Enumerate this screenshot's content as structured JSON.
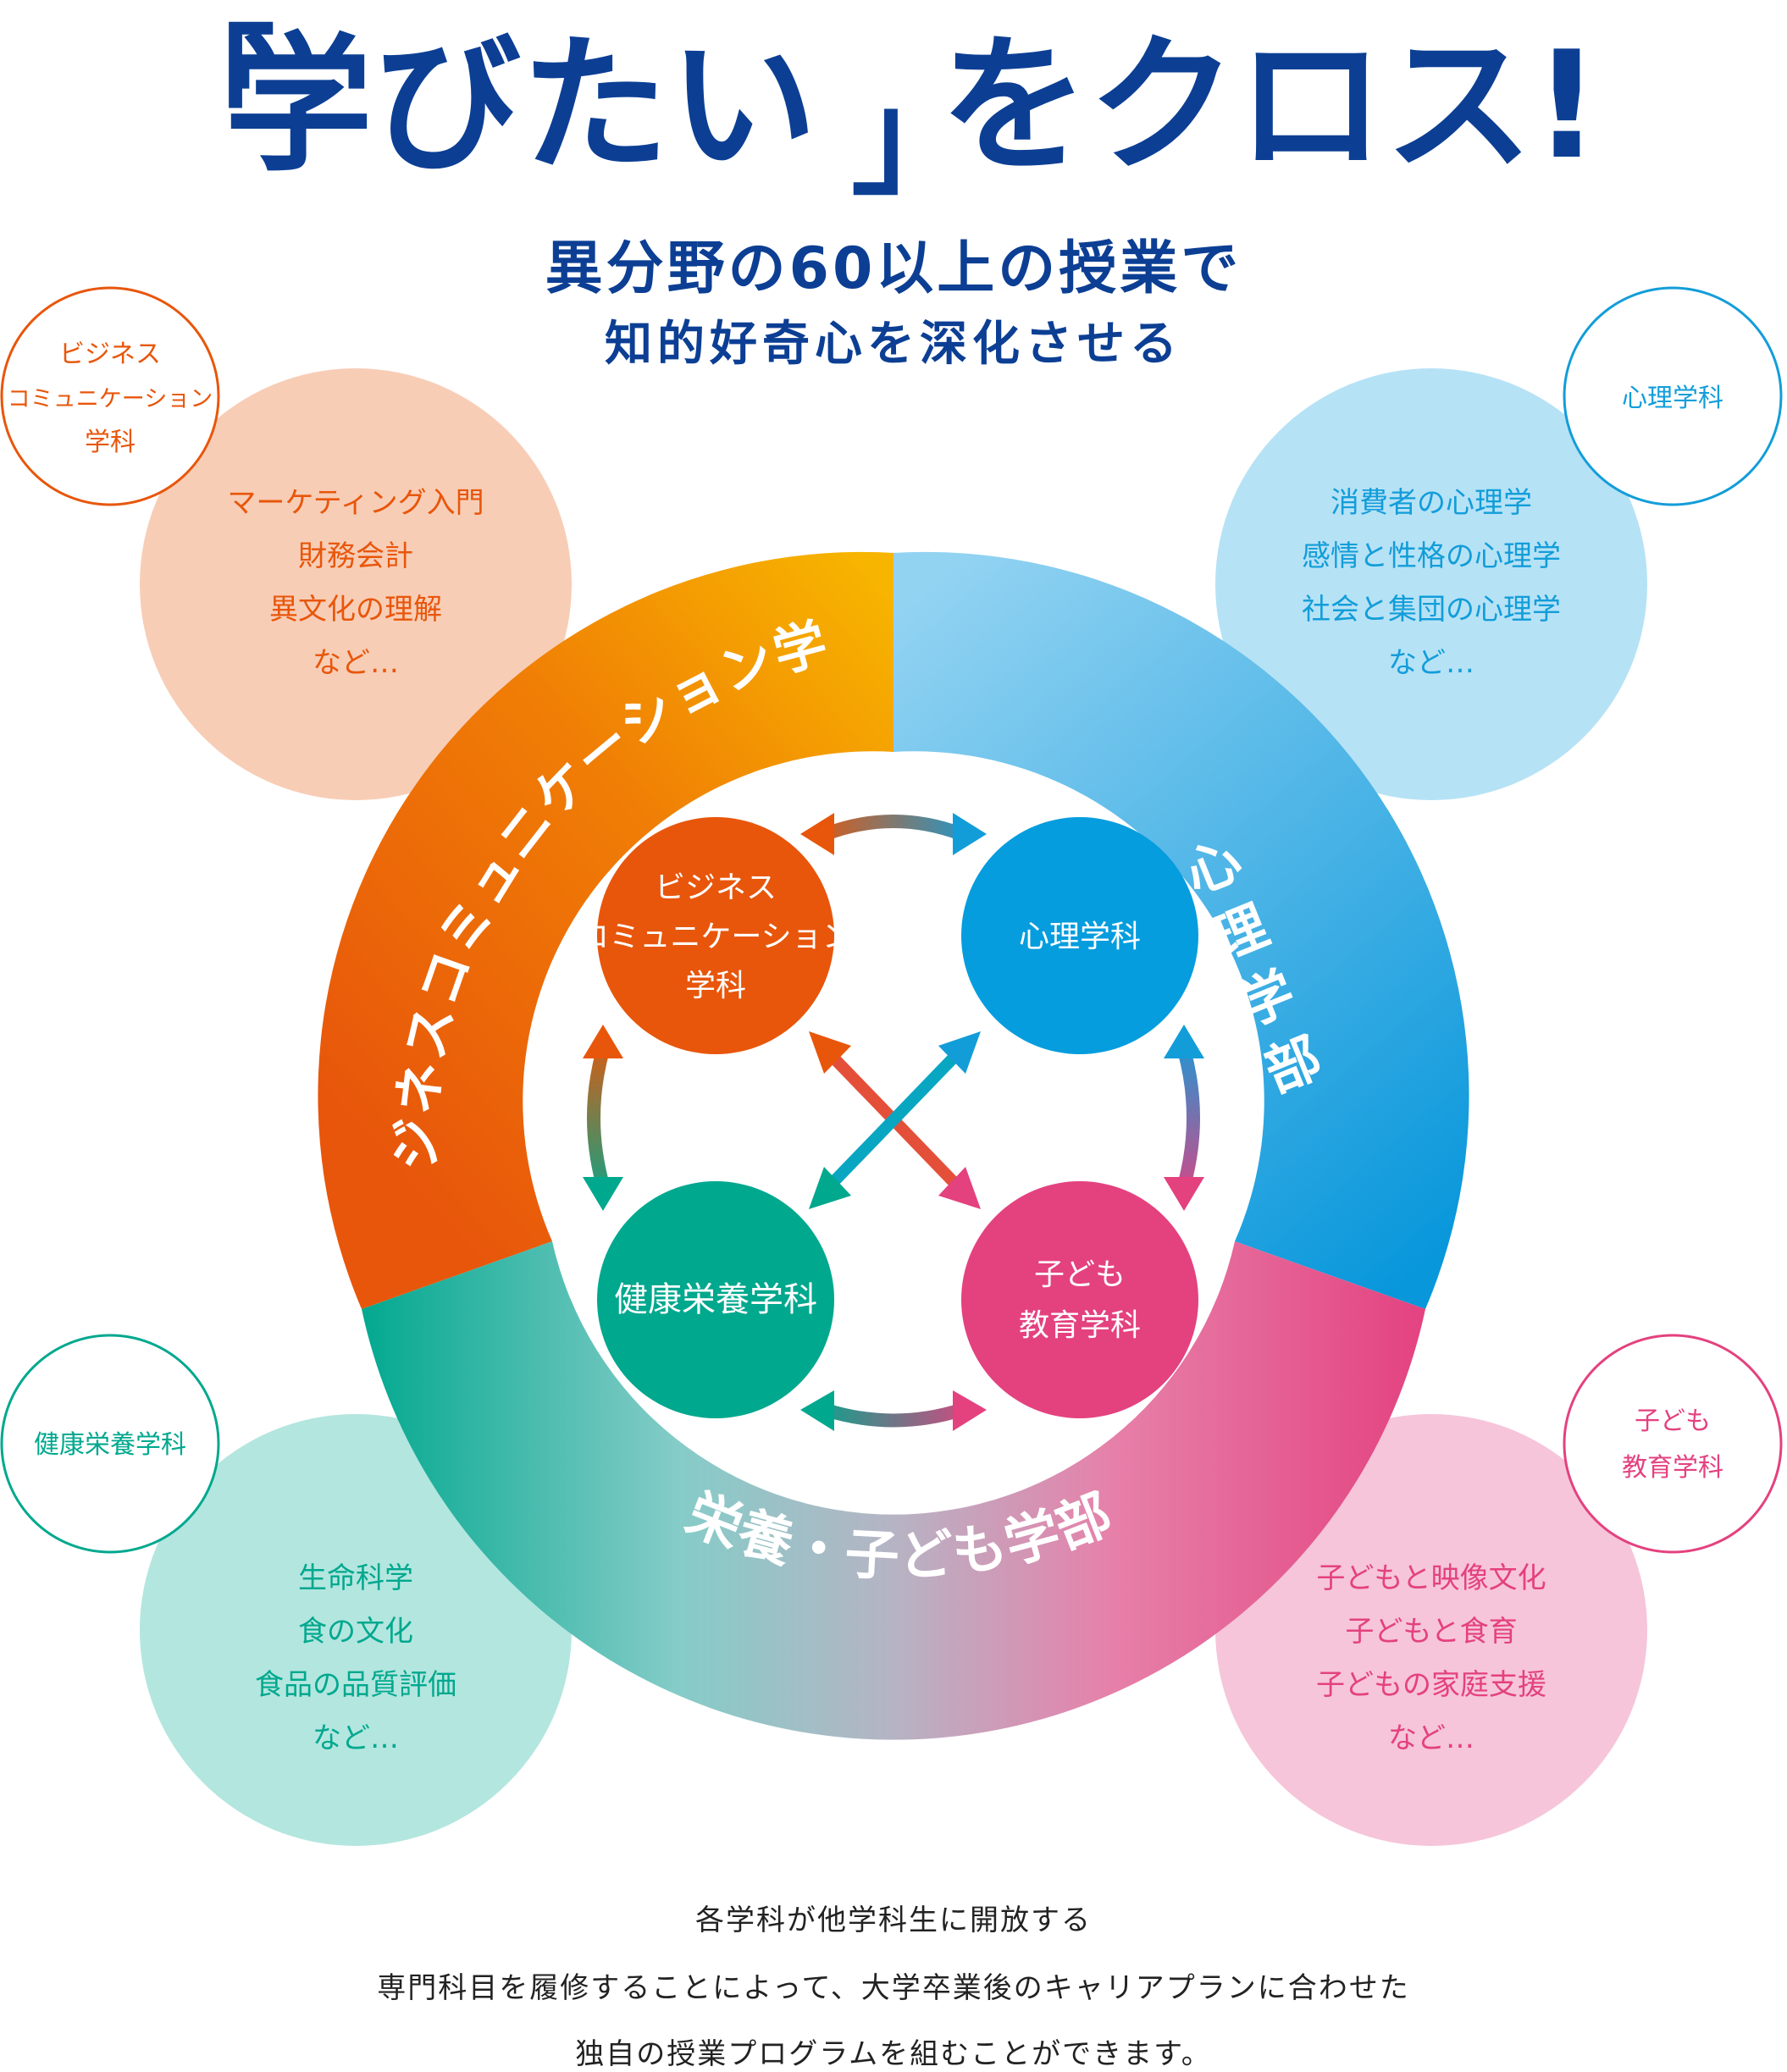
{
  "headline": {
    "quote_open": "「",
    "quote_word": "学びたい",
    "quote_close": "」",
    "tail": "をクロス!"
  },
  "subtitle": {
    "line1": "異分野の60以上の授業で",
    "line2": "知的好奇心を深化させる"
  },
  "faculties": {
    "business": "ビジネスコミュニケーション学部",
    "psychology": "心理学部",
    "nutrition_child": "栄養・子ども学部"
  },
  "departments": {
    "business": [
      "ビジネス",
      "コミュニケーション",
      "学科"
    ],
    "psychology": [
      "心理学科"
    ],
    "health": [
      "健康栄養学科"
    ],
    "child": [
      "子ども",
      "教育学科"
    ]
  },
  "course_bubbles": {
    "business": {
      "label": [
        "ビジネス",
        "コミュニケーション",
        "学科"
      ],
      "courses": [
        "マーケティング入門",
        "財務会計",
        "異文化の理解",
        "など…"
      ]
    },
    "psychology": {
      "label": [
        "心理学科"
      ],
      "courses": [
        "消費者の心理学",
        "感情と性格の心理学",
        "社会と集団の心理学",
        "など…"
      ]
    },
    "health": {
      "label": [
        "健康栄養学科"
      ],
      "courses": [
        "生命科学",
        "食の文化",
        "食品の品質評価",
        "など…"
      ]
    },
    "child": {
      "label": [
        "子ども",
        "教育学科"
      ],
      "courses": [
        "子どもと映像文化",
        "子どもと食育",
        "子どもの家庭支援",
        "など…"
      ]
    }
  },
  "footer": [
    "各学科が他学科生に開放する",
    "専門科目を履修することによって、大学卒業後のキャリアプランに合わせた",
    "独自の授業プログラムを組むことができます。"
  ],
  "colors": {
    "title_blue": "#0c3f94",
    "business": "#e8560b",
    "business_light": "#f8cdb6",
    "psychology": "#129dd9",
    "psychology_light": "#b6e2f6",
    "health": "#00a88e",
    "health_light": "#b3e6df",
    "child": "#e4417f",
    "child_light": "#f6c5da",
    "yellow": "#f7b500"
  }
}
